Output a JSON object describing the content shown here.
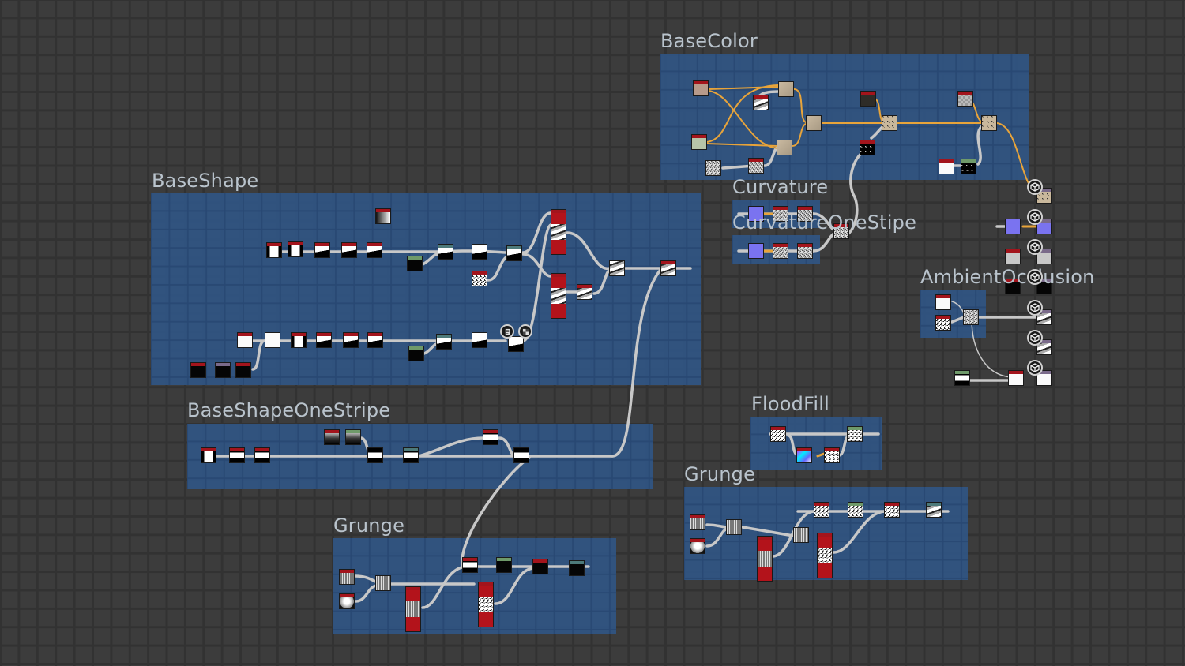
{
  "app": "Substance Designer graph view",
  "frames": [
    {
      "id": "basecolor",
      "title": "BaseColor"
    },
    {
      "id": "baseshape",
      "title": "BaseShape"
    },
    {
      "id": "curvature",
      "title": "Curvature"
    },
    {
      "id": "curvature-onestipe",
      "title": "CurvatureOneStipe"
    },
    {
      "id": "ambient-occlusion",
      "title": "AmbientOcclusion"
    },
    {
      "id": "baseshape-onestripe",
      "title": "BaseShapeOneStripe"
    },
    {
      "id": "floodfill",
      "title": "FloodFill"
    },
    {
      "id": "grunge-right",
      "title": "Grunge"
    },
    {
      "id": "grunge-left",
      "title": "Grunge"
    }
  ],
  "outputs": [
    {
      "name": "basecolor-output",
      "icon": "output-cube-icon"
    },
    {
      "name": "normal-output",
      "icon": "output-cube-icon"
    },
    {
      "name": "roughness-output",
      "icon": "output-cube-icon"
    },
    {
      "name": "metallic-output",
      "icon": "output-cube-icon"
    },
    {
      "name": "height-output",
      "icon": "output-cube-icon"
    },
    {
      "name": "ao-output",
      "icon": "output-cube-icon"
    },
    {
      "name": "opacity-output",
      "icon": "output-cube-icon"
    }
  ],
  "toolbar_bubbles": [
    {
      "name": "comment-icon"
    },
    {
      "name": "checker-icon"
    }
  ],
  "colors": {
    "background": "#3c3c3c",
    "frame": "#305687",
    "frame_title": "#b9c3cc",
    "wire_gray": "#c8c8c8",
    "wire_color": "#e8a43a",
    "node_header_red": "#a3141c",
    "node_header_green": "#6f9a6a",
    "node_header_teal": "#4d7a7a"
  }
}
